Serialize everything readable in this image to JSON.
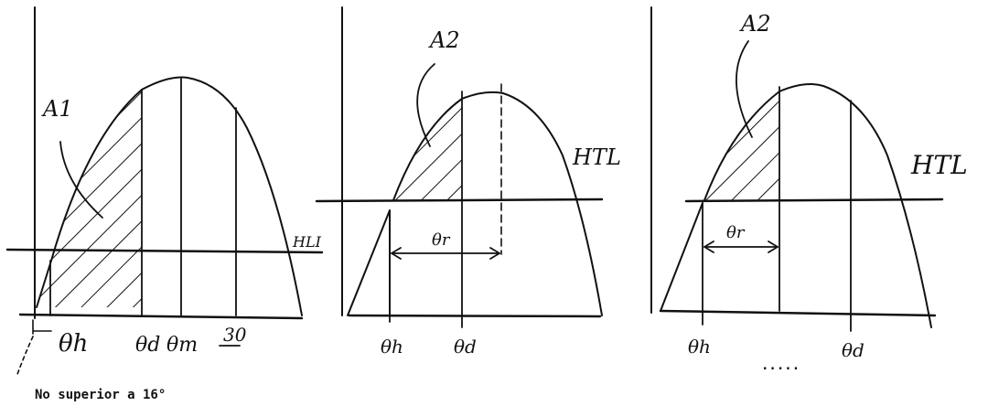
{
  "panels": [
    {
      "area_label": "A1",
      "line_label": "HLI",
      "x_labels": [
        "θh",
        "θd",
        "θm",
        "30"
      ],
      "footnote": "No superior a 16°"
    },
    {
      "area_label": "A2",
      "line_label": "HTL",
      "x_labels": [
        "θh",
        "θd"
      ],
      "arrow_label": "θr"
    },
    {
      "area_label": "A2",
      "line_label": "HTL",
      "x_labels": [
        "θh",
        "θd"
      ],
      "arrow_label": "θr",
      "below_label": "....."
    }
  ],
  "colors": {
    "ink": "#111111",
    "paper": "#ffffff"
  }
}
